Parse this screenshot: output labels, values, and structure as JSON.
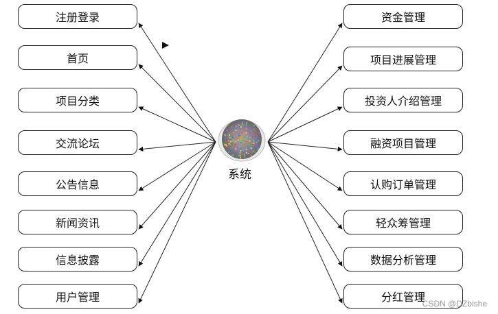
{
  "center": {
    "label": "系统"
  },
  "left_nodes": [
    {
      "label": "注册登录"
    },
    {
      "label": "首页"
    },
    {
      "label": "项目分类"
    },
    {
      "label": "交流论坛"
    },
    {
      "label": "公告信息"
    },
    {
      "label": "新闻资讯"
    },
    {
      "label": "信息披露"
    },
    {
      "label": "用户管理"
    }
  ],
  "right_nodes": [
    {
      "label": "资金管理"
    },
    {
      "label": "项目进展管理"
    },
    {
      "label": "投资人介绍管理"
    },
    {
      "label": "融资项目管理"
    },
    {
      "label": "认购订单管理"
    },
    {
      "label": "轻众筹管理"
    },
    {
      "label": "数据分析管理"
    },
    {
      "label": "分红管理"
    }
  ],
  "watermark": "CSDN @DZbishe"
}
